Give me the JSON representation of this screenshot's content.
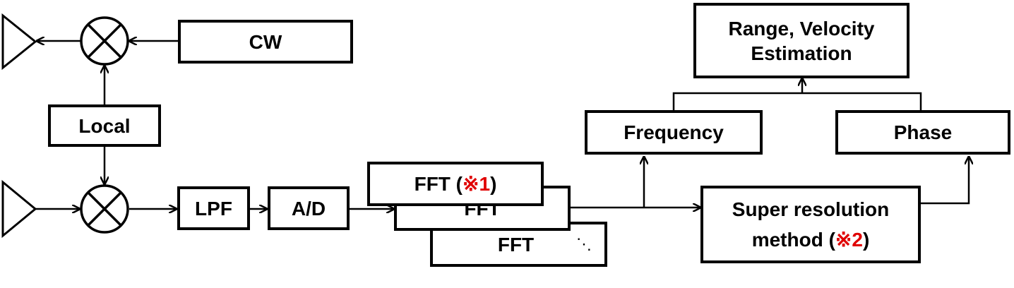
{
  "blocks": {
    "cw": "CW",
    "local": "Local",
    "lpf": "LPF",
    "ad": "A/D",
    "fft_front": {
      "prefix": "FFT (",
      "mark": "※1",
      "suffix": ")"
    },
    "fft_middle": "FFT",
    "fft_back": "FFT",
    "fft_ellipsis": "⋱",
    "frequency": "Frequency",
    "phase": "Phase",
    "estimation": {
      "line1": "Range, Velocity",
      "line2": "Estimation"
    },
    "super_resolution": {
      "line1": "Super resolution",
      "line2_prefix": "method (",
      "mark": "※2",
      "line2_suffix": ")"
    }
  },
  "colors": {
    "note_mark": "#e00000",
    "line": "#000000"
  }
}
